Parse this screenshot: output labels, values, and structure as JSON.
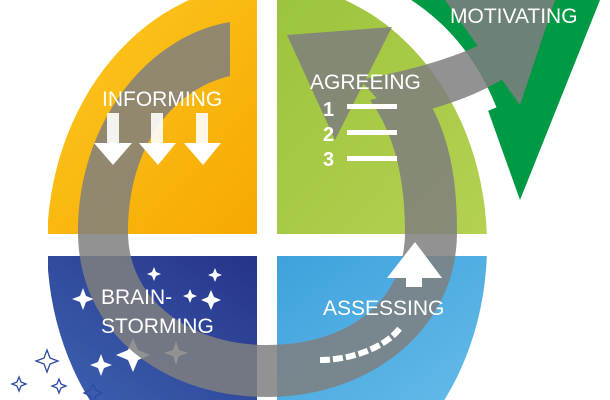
{
  "title": "Meeting cycle",
  "stages": {
    "informing": "INFORMING",
    "agreeing": "AGREEING",
    "motivating": "MOTIVATING",
    "brainstorming_1": "BRAIN-",
    "brainstorming_2": "STORMING",
    "assessing": "ASSESSING"
  },
  "agreeing_list": [
    "1",
    "2",
    "3"
  ],
  "colors": {
    "informing": "#f9b208",
    "agreeing": "#a6c944",
    "motivating": "#009944",
    "brainstorming": "#2e4aa0",
    "assessing": "#4aa8e0",
    "cycle_arrow": "#7f7f7f"
  }
}
